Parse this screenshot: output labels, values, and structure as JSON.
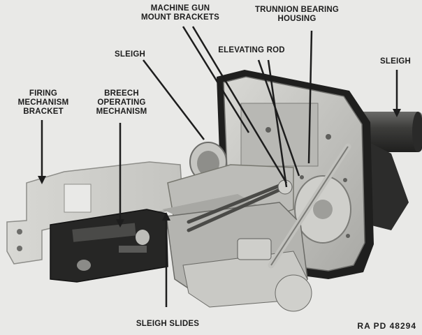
{
  "labels": {
    "firing_mechanism_bracket": [
      "FIRING",
      "MECHANISM",
      "BRACKET"
    ],
    "breech_operating_mechanism": [
      "BREECH",
      "OPERATING",
      "MECHANISM"
    ],
    "sleigh_left": "SLEIGH",
    "machine_gun_mount_brackets": [
      "MACHINE GUN",
      "MOUNT BRACKETS"
    ],
    "elevating_rod": "ELEVATING ROD",
    "trunnion_bearing_housing": [
      "TRUNNION BEARING",
      "HOUSING"
    ],
    "sleigh_right": "SLEIGH",
    "sleigh_slides": "SLEIGH SLIDES"
  },
  "caption": "RA PD 48294",
  "colors": {
    "background": "#e9e9e7",
    "metal_light": "#c9c9c5",
    "metal_mid": "#9a9a96",
    "metal_dark": "#3a3a38",
    "bracket_plate": "#d6d6d2",
    "ink": "#1d1d1d"
  }
}
